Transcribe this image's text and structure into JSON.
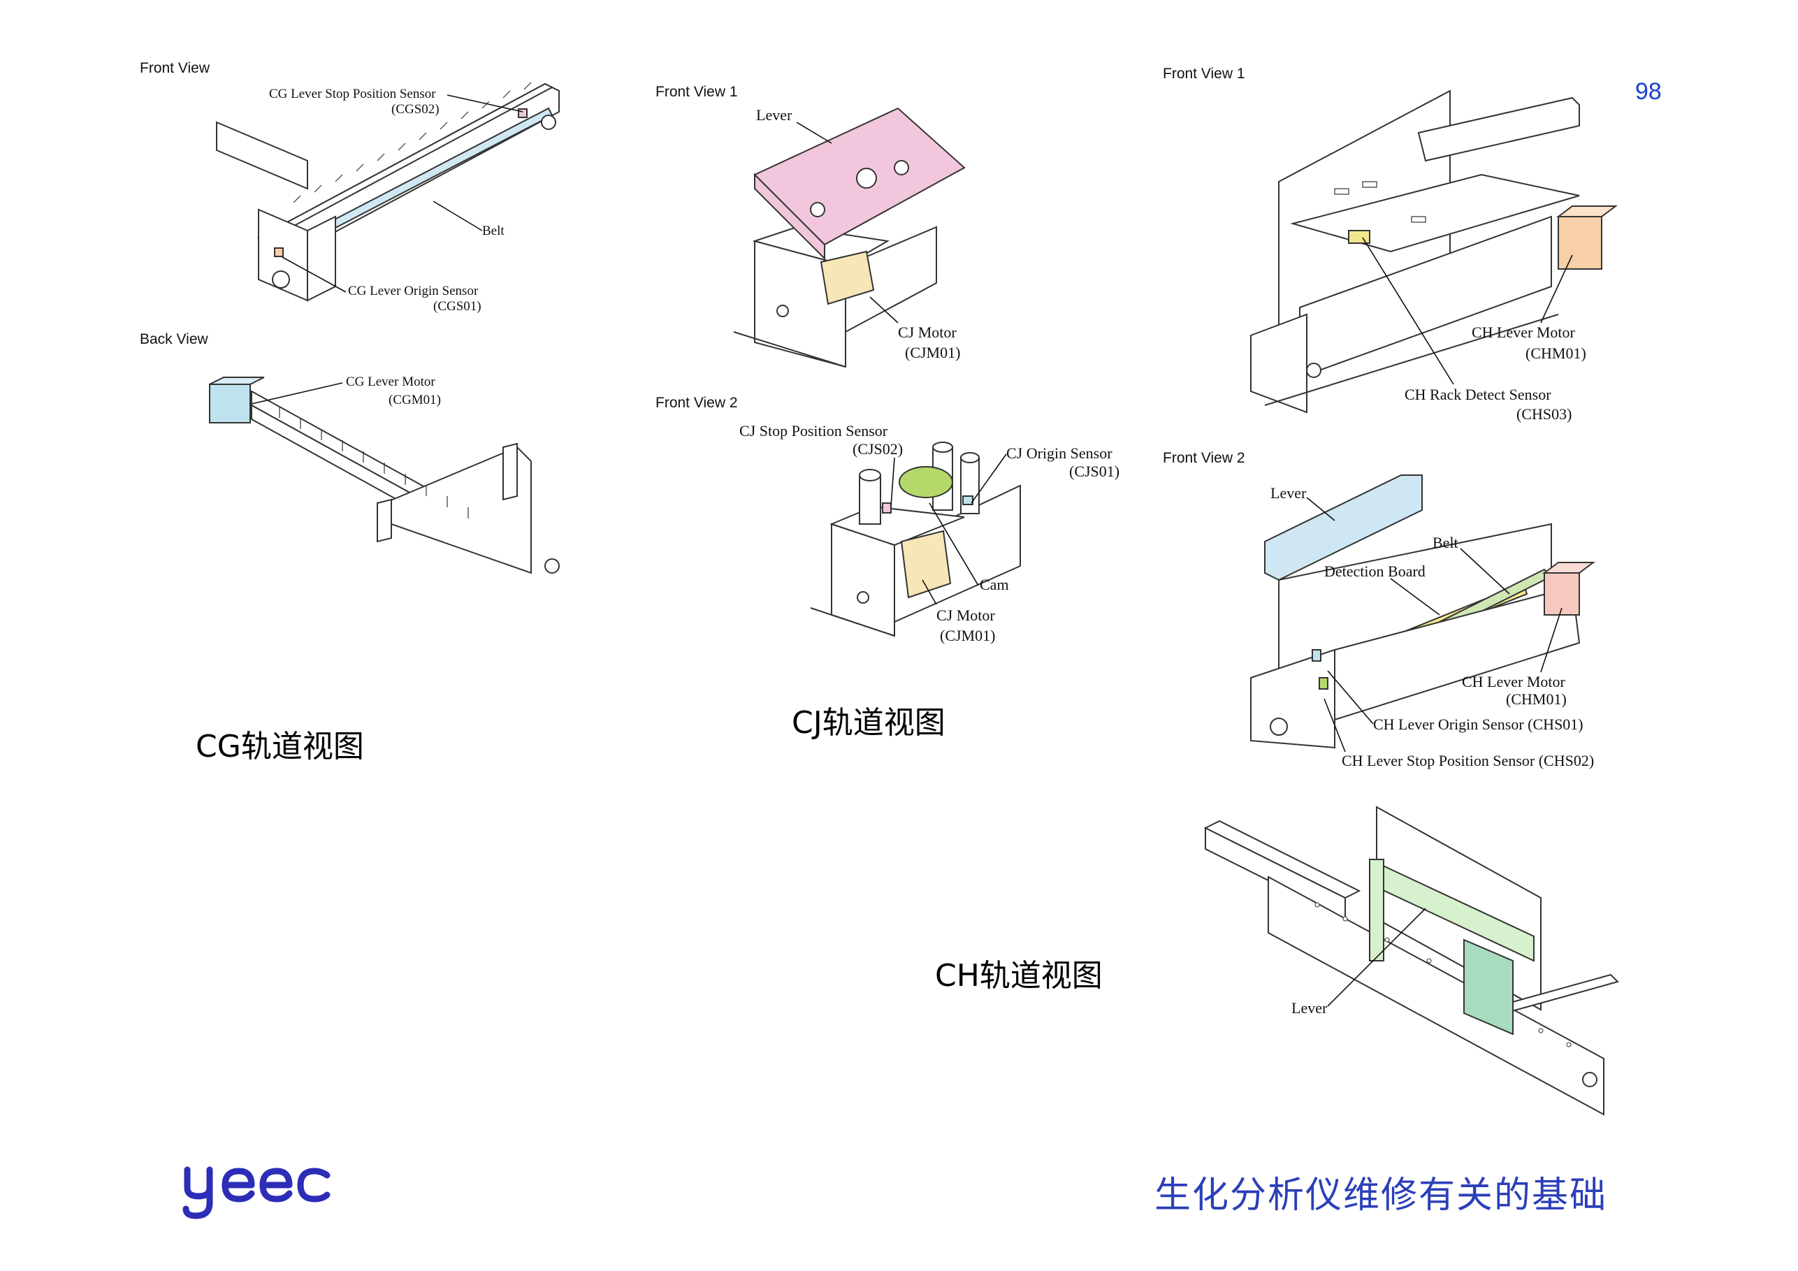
{
  "page_number": "98",
  "cg": {
    "front_view_label": "Front View",
    "back_view_label": "Back View",
    "callouts": {
      "stop_sensor": "CG Lever Stop Position Sensor",
      "stop_sensor_code": "(CGS02)",
      "belt": "Belt",
      "origin_sensor": "CG Lever Origin Sensor",
      "origin_sensor_code": "(CGS01)",
      "motor": "CG Lever Motor",
      "motor_code": "(CGM01)"
    },
    "caption": "CG轨道视图"
  },
  "cj": {
    "front_view_1_label": "Front View 1",
    "front_view_2_label": "Front View 2",
    "callouts": {
      "lever": "Lever",
      "motor_1": "CJ Motor",
      "motor_1_code": "(CJM01)",
      "stop_sensor": "CJ Stop Position Sensor",
      "stop_sensor_code": "(CJS02)",
      "origin_sensor": "CJ Origin Sensor",
      "origin_sensor_code": "(CJS01)",
      "cam": "Cam",
      "motor_2": "CJ Motor",
      "motor_2_code": "(CJM01)"
    },
    "caption": "CJ轨道视图"
  },
  "ch": {
    "front_view_1_label": "Front View 1",
    "front_view_2_label": "Front View 2",
    "callouts": {
      "motor_1": "CH Lever Motor",
      "motor_1_code": "(CHM01)",
      "rack_sensor": "CH Rack Detect Sensor",
      "rack_sensor_code": "(CHS03)",
      "lever_2": "Lever",
      "belt": "Belt",
      "detection_board": "Detection Board",
      "motor_2": "CH Lever Motor",
      "motor_2_code": "(CHM01)",
      "origin_sensor": "CH Lever Origin Sensor (CHS01)",
      "stop_sensor": "CH Lever Stop Position Sensor (CHS02)",
      "lever_3": "Lever"
    },
    "caption": "CH轨道视图"
  },
  "footer": {
    "logo_text": "yeec",
    "title": "生化分析仪维修有关的基础"
  },
  "colors": {
    "page_number": "#1a3fd1",
    "footer_title": "#2b3fb8",
    "logo": "#2d2db8",
    "lever_pink": "#f2c6dc",
    "motor_yellow": "#f7e6b8",
    "cam_green": "#b4d96a",
    "motor_cyan": "#bfe3ee",
    "motor_orange": "#f8cfa8",
    "motor_peach": "#f6c9c0",
    "lever_blue": "#cfe6f3",
    "lever_green": "#d7f0cd",
    "board_green": "#a8dcc0",
    "belt_green": "#cfe7b2",
    "sensor_yellow": "#f3e78e"
  }
}
